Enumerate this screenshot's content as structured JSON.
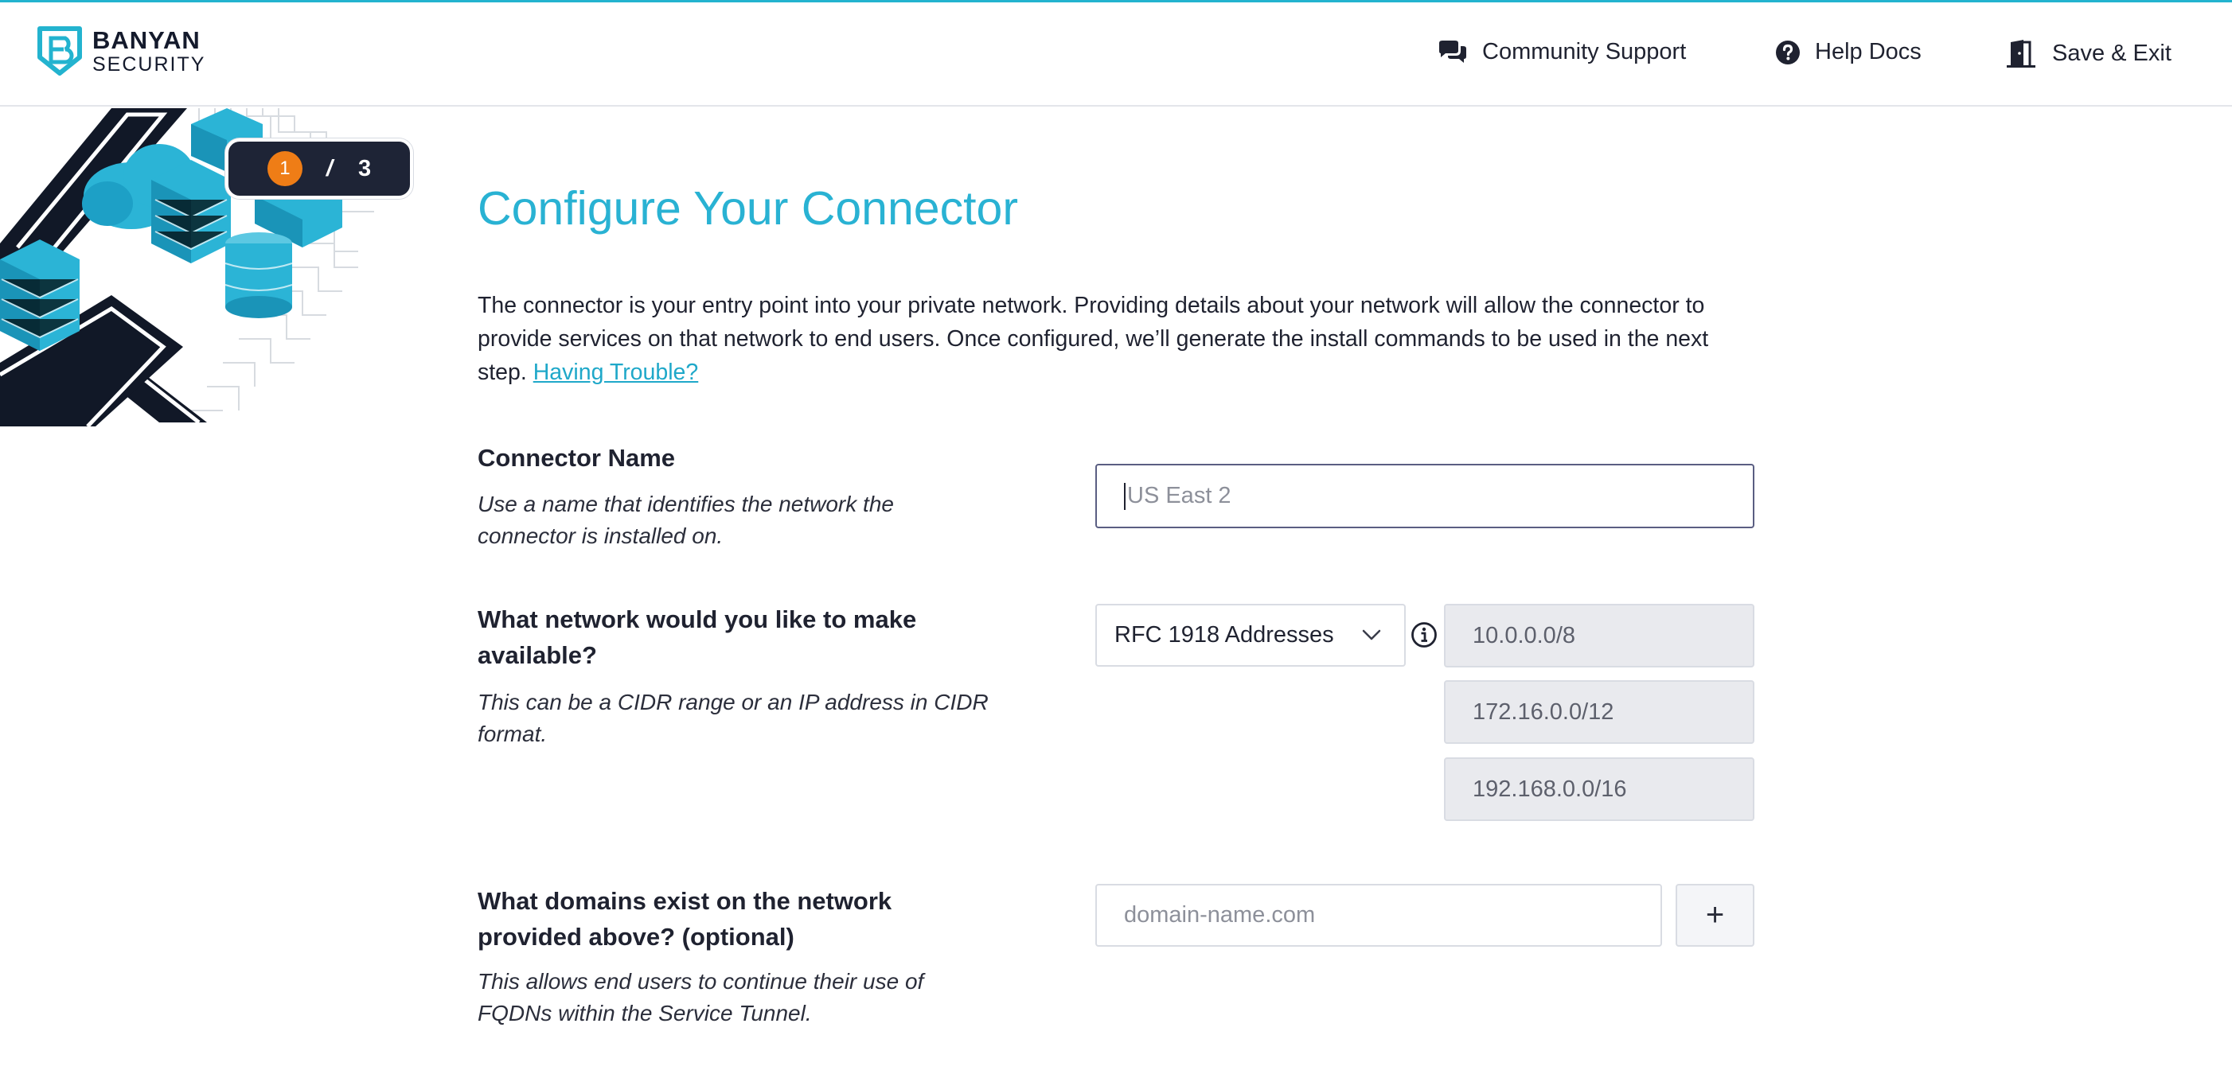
{
  "brand": {
    "name_line1": "BANYAN",
    "name_line2": "SECURITY",
    "accent_color": "#23b3cf"
  },
  "header": {
    "nav": [
      {
        "label": "Community Support",
        "icon": "chat-bubbles-icon"
      },
      {
        "label": "Help Docs",
        "icon": "question-circle-icon"
      },
      {
        "label": "Save & Exit",
        "icon": "door-exit-icon"
      }
    ]
  },
  "stepper": {
    "current": "1",
    "separator": "/",
    "total": "3",
    "current_color": "#ef7d16"
  },
  "page": {
    "title": "Configure Your Connector",
    "title_color": "#29b2d3",
    "intro": "The connector is your entry point into your private network. Providing details about your network will allow the connector to provide services on that network to end users. Once configured, we’ll generate the install commands to be used in the next step.",
    "trouble_link": "Having Trouble?"
  },
  "connector_name": {
    "label": "Connector Name",
    "hint": "Use a name that identifies the network the connector is installed on.",
    "placeholder": "US East 2"
  },
  "network": {
    "label": "What network would you like to make available?",
    "hint": "This can be a CIDR range or an IP address in CIDR format.",
    "selected_option": "RFC 1918 Addresses",
    "cidrs": [
      "10.0.0.0/8",
      "172.16.0.0/12",
      "192.168.0.0/16"
    ]
  },
  "domains": {
    "label": "What domains exist on the network provided above? (optional)",
    "hint": "This allows end users to continue their use of FQDNs within the Service Tunnel.",
    "placeholder": "domain-name.com",
    "add_button": "+"
  }
}
